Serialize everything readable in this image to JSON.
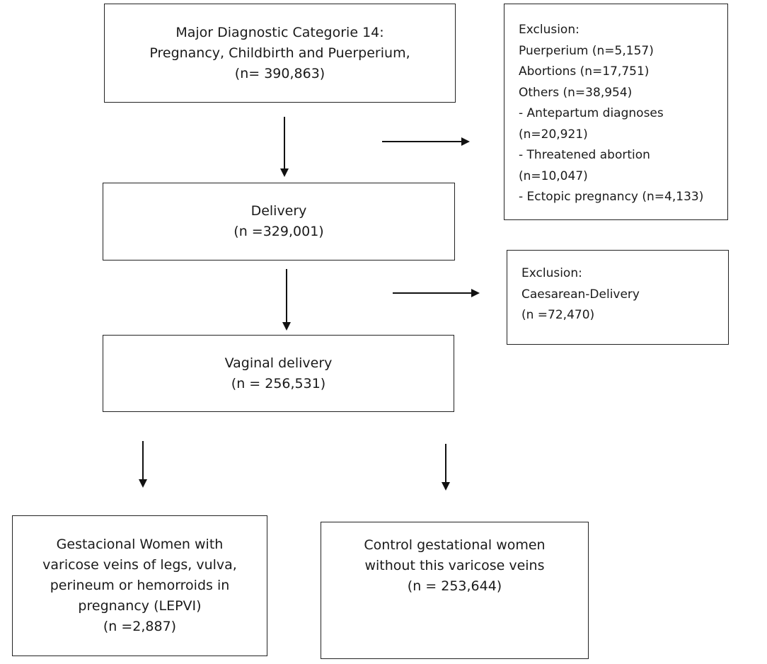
{
  "boxes": {
    "mdc14": {
      "lines": [
        "Major Diagnostic Categorie 14:",
        "Pregnancy, Childbirth and Puerperium,",
        "(n= 390,863)"
      ]
    },
    "exclusion1": {
      "lines": [
        "Exclusion:",
        "Puerperium (n=5,157)",
        "Abortions (n=17,751)",
        "Others (n=38,954)",
        "- Antepartum diagnoses",
        "(n=20,921)",
        "- Threatened abortion",
        "(n=10,047)",
        "- Ectopic pregnancy (n=4,133)"
      ]
    },
    "delivery": {
      "lines": [
        "Delivery",
        "(n =329,001)"
      ]
    },
    "exclusion2": {
      "lines": [
        "Exclusion:",
        "Caesarean-Delivery",
        "(n =72,470)"
      ]
    },
    "vaginal": {
      "lines": [
        "Vaginal delivery",
        "(n = 256,531)"
      ]
    },
    "lepvi": {
      "lines": [
        "Gestacional Women with",
        "varicose veins of legs, vulva,",
        "perineum or hemorroids in",
        "pregnancy (LEPVI)",
        "(n =2,887)"
      ]
    },
    "control": {
      "lines": [
        "Control gestational women",
        "without this varicose veins",
        "(n = 253,644)"
      ]
    }
  }
}
